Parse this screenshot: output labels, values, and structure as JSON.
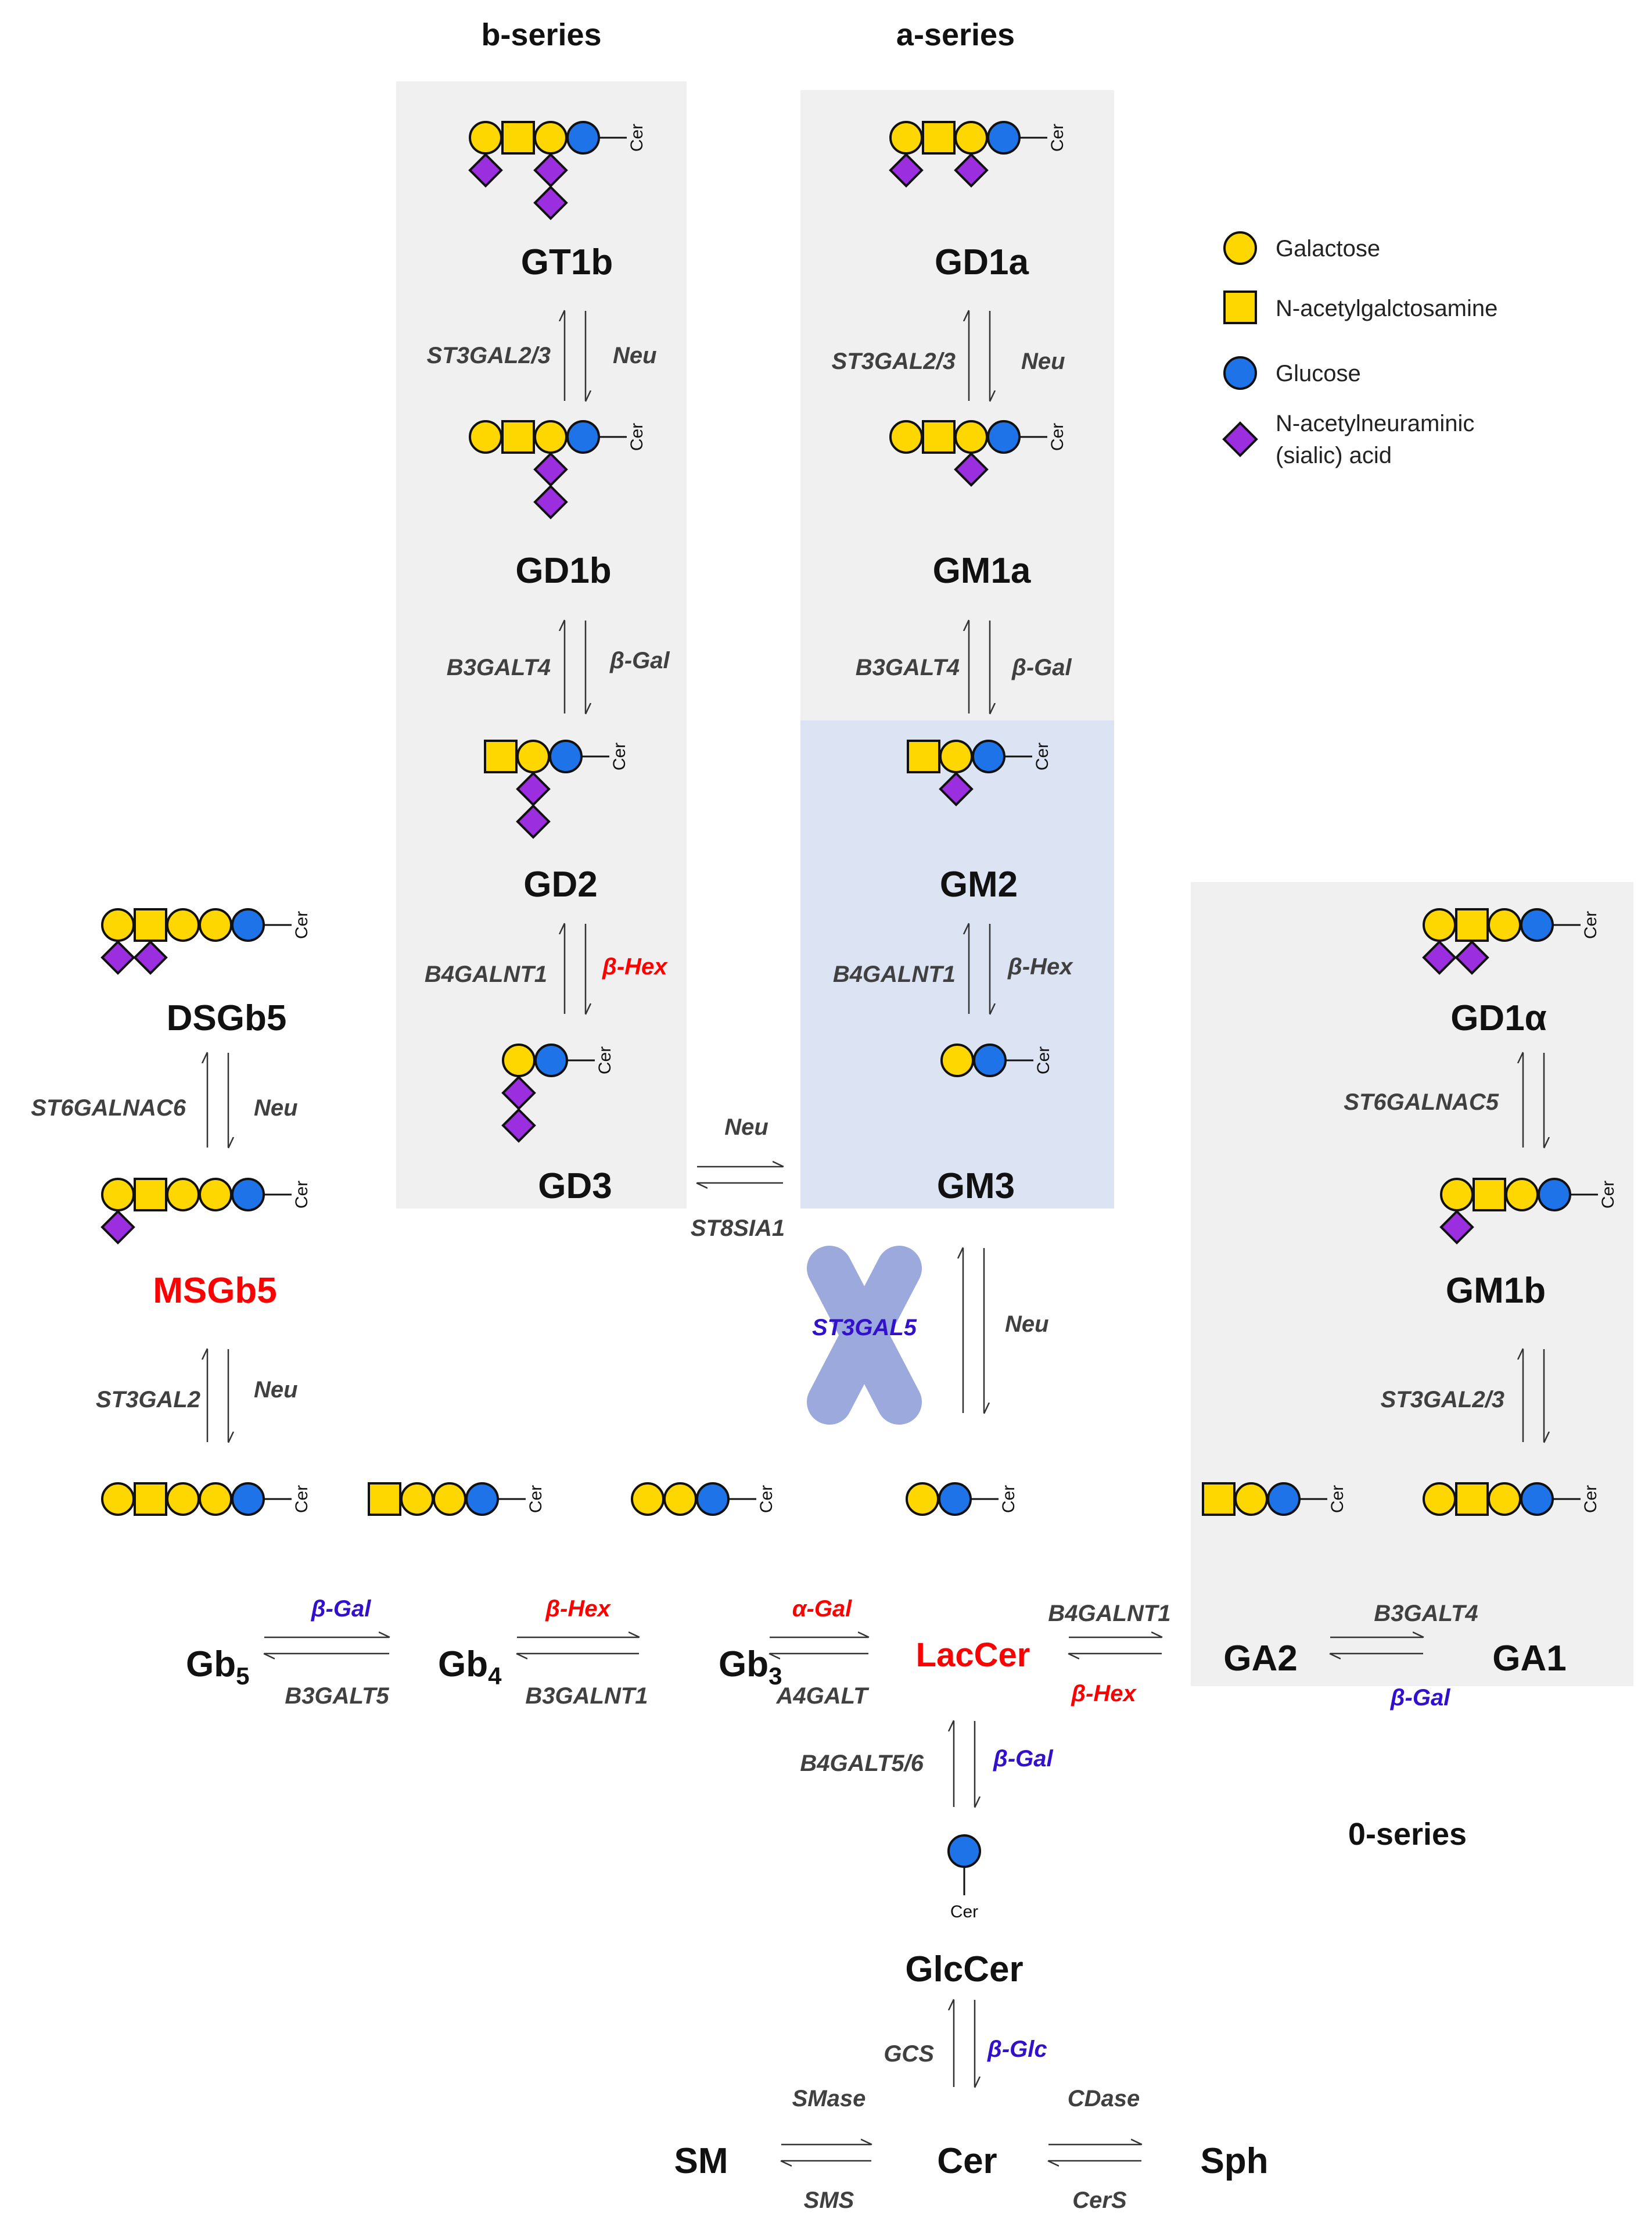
{
  "headers": {
    "b_series": "b-series",
    "a_series": "a-series",
    "zero_series": "0-series"
  },
  "legend": [
    {
      "shape": "circle",
      "color": "#FFD700",
      "label": "Galactose"
    },
    {
      "shape": "square",
      "color": "#FFD700",
      "label": "N-acetylgalctosamine"
    },
    {
      "shape": "circle",
      "color": "#1E73E8",
      "label": "Glucose"
    },
    {
      "shape": "diamond",
      "color": "#9B2FE0",
      "label": "N-acetylneuraminic",
      "label2": "(sialic) acid"
    }
  ],
  "colors": {
    "galactose": "#FFD700",
    "galnac": "#FFD700",
    "glucose": "#1E73E8",
    "sialic": "#9B2FE0",
    "panel_gray": "#F0F0F0",
    "panel_blue": "#DCE4F3",
    "red": "#FF0000",
    "blue": "#3311CC",
    "cross": "#8A9BD6"
  },
  "ceramide_label": "Cer",
  "compounds": {
    "GT1b": "GT1b",
    "GD1b": "GD1b",
    "GD2": "GD2",
    "GD3": "GD3",
    "GD1a": "GD1a",
    "GM1a": "GM1a",
    "GM2": "GM2",
    "GM3": "GM3",
    "DSGb5": "DSGb5",
    "MSGb5": "MSGb5",
    "GD1alpha": "GD1α",
    "GM1b": "GM1b",
    "Gb5_base": "Gb",
    "Gb5_sub": "5",
    "Gb4_base": "Gb",
    "Gb4_sub": "4",
    "Gb3_base": "Gb",
    "Gb3_sub": "3",
    "LacCer": "LacCer",
    "GA2": "GA2",
    "GA1": "GA1",
    "GlcCer": "GlcCer",
    "SM": "SM",
    "Cer": "Cer",
    "Sph": "Sph"
  },
  "enzymes": {
    "gt1b_gd1b_fwd": "ST3GAL2/3",
    "gt1b_gd1b_rev": "Neu",
    "gd1b_gd2_fwd": "B3GALT4",
    "gd1b_gd2_rev": "β-Gal",
    "gd2_gd3_fwd": "B4GALNT1",
    "gd2_gd3_rev": "β-Hex",
    "gd1a_gm1a_fwd": "ST3GAL2/3",
    "gd1a_gm1a_rev": "Neu",
    "gm1a_gm2_fwd": "B3GALT4",
    "gm1a_gm2_rev": "β-Gal",
    "gm2_gm3_fwd": "B4GALNT1",
    "gm2_gm3_rev": "β-Hex",
    "gd3_gm3_top": "Neu",
    "gd3_gm3_bottom": "ST8SIA1",
    "gm3_laccer_fwd": "ST3GAL5",
    "gm3_laccer_rev": "Neu",
    "dsgb5_msgb5_fwd": "ST6GALNAC6",
    "dsgb5_msgb5_rev": "Neu",
    "msgb5_gb5_fwd": "ST3GAL2",
    "msgb5_gb5_rev": "Neu",
    "gd1alpha_gm1b_fwd": "ST6GALNAC5",
    "gm1b_ga1_fwd": "ST3GAL2/3",
    "gb5_gb4_top": "β-Gal",
    "gb5_gb4_bottom": "B3GALT5",
    "gb4_gb3_top": "β-Hex",
    "gb4_gb3_bottom": "B3GALNT1",
    "gb3_laccer_top": "α-Gal",
    "gb3_laccer_bottom": "A4GALT",
    "laccer_ga2_top": "B4GALNT1",
    "laccer_ga2_bottom": "β-Hex",
    "ga2_ga1_top": "B3GALT4",
    "ga2_ga1_bottom": "β-Gal",
    "laccer_glccer_fwd": "B4GALT5/6",
    "laccer_glccer_rev": "β-Gal",
    "glccer_cer_fwd": "GCS",
    "glccer_cer_rev": "β-Glc",
    "sm_cer_top": "SMase",
    "sm_cer_bottom": "SMS",
    "cer_sph_top": "CDase",
    "cer_sph_bottom": "CerS"
  }
}
